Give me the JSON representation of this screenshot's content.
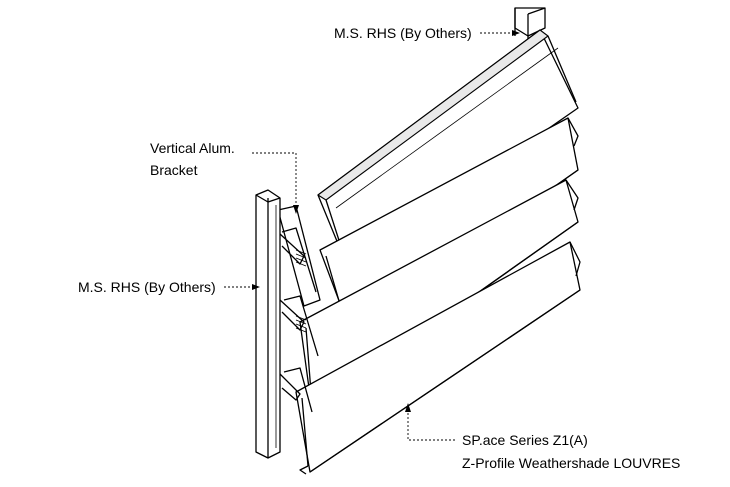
{
  "labels": {
    "top_rhs": "M.S. RHS (By Others)",
    "bracket_line1": "Vertical Alum.",
    "bracket_line2": "Bracket",
    "left_rhs": "M.S. RHS (By Others)",
    "product_line1": "SP.ace Series Z1(A)",
    "product_line2": "Z-Profile Weathershade LOUVRES"
  },
  "colors": {
    "ink": "#000000",
    "background": "#ffffff",
    "shade": "#e9e9e9"
  }
}
